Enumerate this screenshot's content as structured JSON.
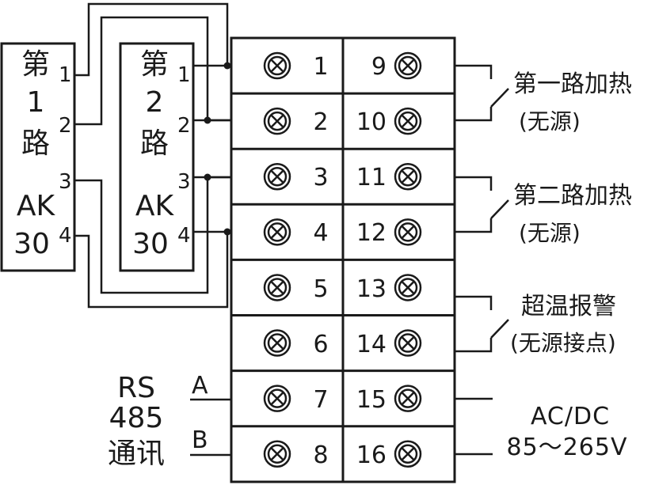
{
  "module1": {
    "lines": [
      "第",
      "1",
      "路",
      "AK",
      "30"
    ],
    "pins": [
      "1",
      "2",
      "3",
      "4"
    ]
  },
  "module2": {
    "lines": [
      "第",
      "2",
      "路",
      "AK",
      "30"
    ],
    "pins": [
      "1",
      "2",
      "3",
      "4"
    ]
  },
  "terminals": {
    "left": [
      "1",
      "2",
      "3",
      "4",
      "5",
      "6",
      "7",
      "8"
    ],
    "right": [
      "9",
      "10",
      "11",
      "12",
      "13",
      "14",
      "15",
      "16"
    ]
  },
  "outputs": {
    "heat1": {
      "title": "第一路加热",
      "note": "(无源)"
    },
    "heat2": {
      "title": "第二路加热",
      "note": "(无源)"
    },
    "alarm": {
      "title": "超温报警",
      "note": "(无源接点)"
    },
    "power": {
      "line1": "AC/DC",
      "line2": "85～265V"
    }
  },
  "comm": {
    "lines": [
      "RS",
      "485",
      "通讯"
    ],
    "a": "A",
    "b": "B"
  }
}
